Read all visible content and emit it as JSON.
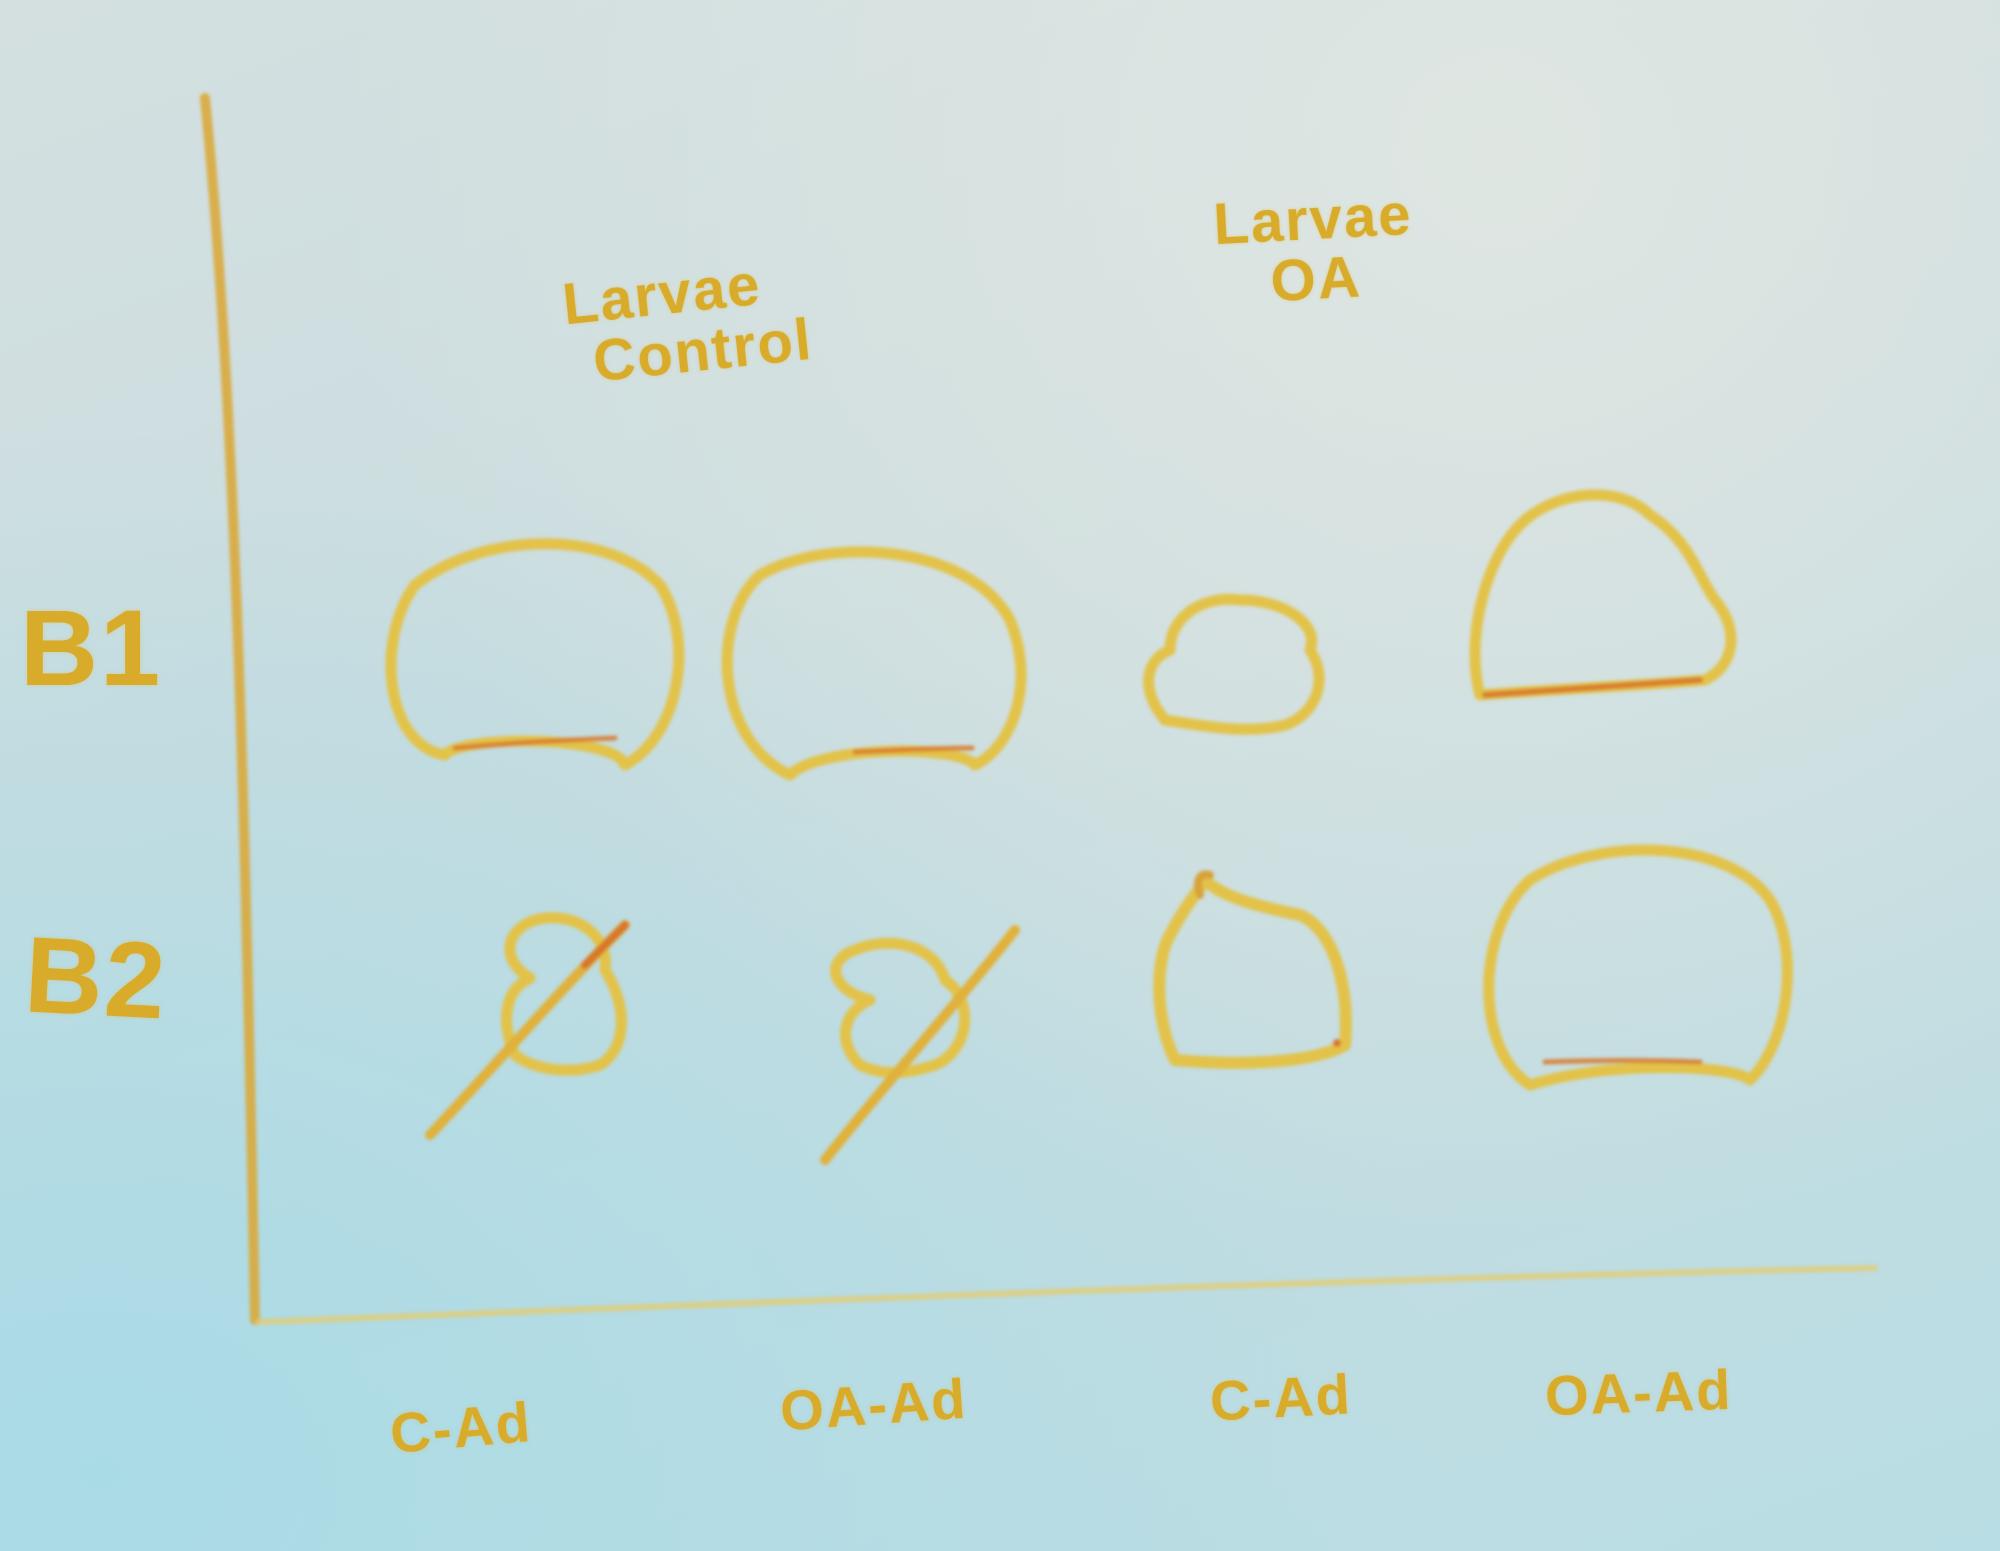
{
  "columns": [
    {
      "header_line1": "Larvae",
      "header_line2": "Control"
    },
    {
      "header_line1": "Larvae",
      "header_line2": "OA"
    }
  ],
  "rows": [
    "B1",
    "B2"
  ],
  "bottom_labels": [
    "C-Ad",
    "OA-Ad",
    "C-Ad",
    "OA-Ad"
  ],
  "colors": {
    "background": "#c9dcdf",
    "marker_yellow": "#e1bf3e",
    "marker_orange": "#d8782c"
  }
}
